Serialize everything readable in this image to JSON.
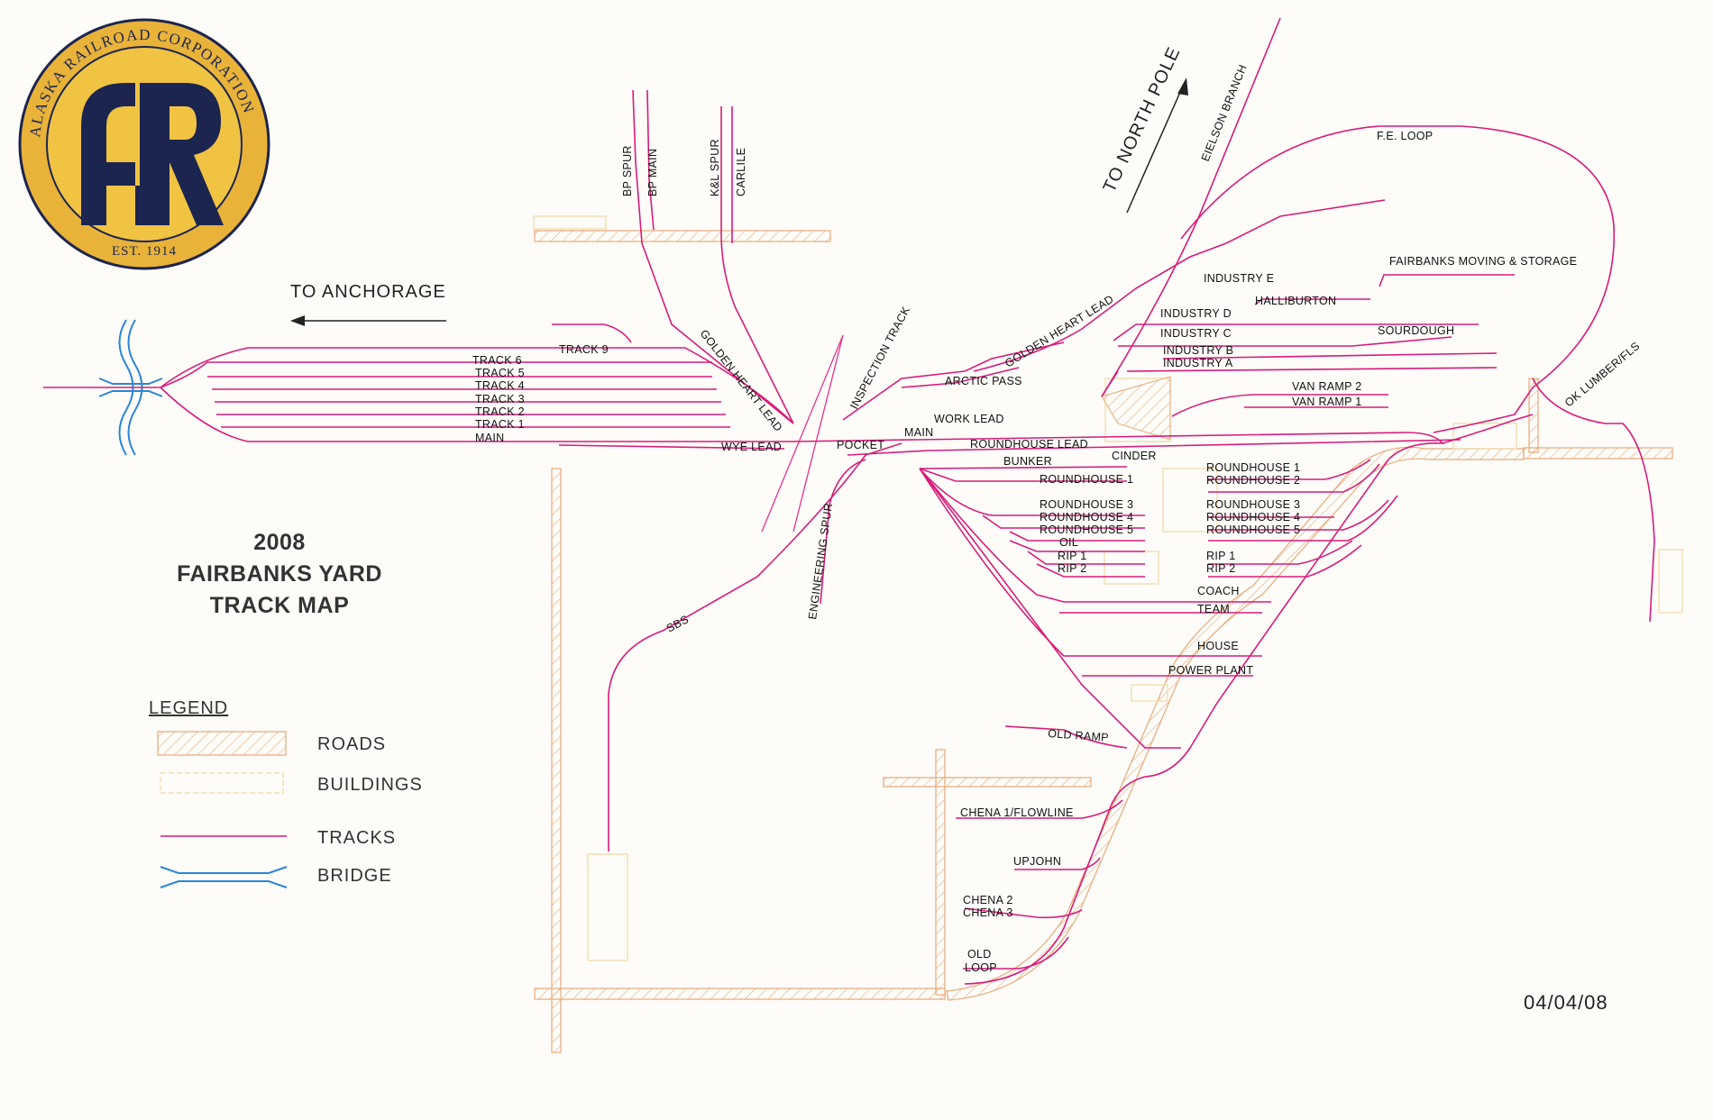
{
  "logo": {
    "ring_text": "ALASKA RAILROAD CORPORATION",
    "est": "EST. 1914",
    "colors": {
      "ring": "#e9b33a",
      "navy": "#1c2550",
      "yellow": "#f1c343"
    }
  },
  "title": {
    "line1": "2008",
    "line2": "FAIRBANKS YARD",
    "line3": "TRACK MAP"
  },
  "date": "04/04/08",
  "directions": {
    "anchorage": "TO ANCHORAGE",
    "north_pole": "TO NORTH POLE"
  },
  "legend": {
    "heading": "LEGEND",
    "items": [
      {
        "label": "ROADS",
        "kind": "roads"
      },
      {
        "label": "BUILDINGS",
        "kind": "buildings"
      },
      {
        "label": "TRACKS",
        "kind": "tracks"
      },
      {
        "label": "BRIDGE",
        "kind": "bridge"
      }
    ]
  },
  "colors": {
    "track": "#d81b7a",
    "road": "#e6a97a",
    "building": "#f2d9a6",
    "bridge": "#2a86d8",
    "background": "#fdfcf8"
  },
  "track_labels": {
    "bp_spur": "BP SPUR",
    "bp_main": "BP MAIN",
    "kl_spur": "K&L SPUR",
    "carlile": "CARLILE",
    "track9": "TRACK 9",
    "track6": "TRACK 6",
    "track5": "TRACK 5",
    "track4": "TRACK 4",
    "track3": "TRACK 3",
    "track2": "TRACK 2",
    "track1": "TRACK 1",
    "main_west": "MAIN",
    "golden_heart_lead_w": "GOLDEN HEART LEAD",
    "wye_lead": "WYE LEAD",
    "inspection_track": "INSPECTION TRACK",
    "pocket": "POCKET",
    "engineering_spur": "ENGINEERING SPUR",
    "sbs": "SBS",
    "arctic_pass": "ARCTIC PASS",
    "golden_heart_lead_e": "GOLDEN HEART LEAD",
    "work_lead": "WORK LEAD",
    "main_east": "MAIN",
    "roundhouse_lead": "ROUNDHOUSE LEAD",
    "cinder": "CINDER",
    "bunker": "BUNKER",
    "roundhouse1_w": "ROUNDHOUSE 1",
    "roundhouse3_w": "ROUNDHOUSE 3",
    "roundhouse4_w": "ROUNDHOUSE 4",
    "roundhouse5_w": "ROUNDHOUSE 5",
    "oil": "OIL",
    "rip1_w": "RIP 1",
    "rip2_w": "RIP 2",
    "roundhouse1_e": "ROUNDHOUSE 1",
    "roundhouse2_e": "ROUNDHOUSE 2",
    "roundhouse3_e": "ROUNDHOUSE 3",
    "roundhouse4_e": "ROUNDHOUSE 4",
    "roundhouse5_e": "ROUNDHOUSE 5",
    "rip1_e": "RIP 1",
    "rip2_e": "RIP 2",
    "coach": "COACH",
    "team": "TEAM",
    "house": "HOUSE",
    "power_plant": "POWER PLANT",
    "old_ramp": "OLD RAMP",
    "chena1": "CHENA 1/FLOWLINE",
    "upjohn": "UPJOHN",
    "chena2": "CHENA 2",
    "chena3": "CHENA 3",
    "old": "OLD",
    "loop": "LOOP",
    "industry_e": "INDUSTRY E",
    "halliburton": "HALLIBURTON",
    "industry_d": "INDUSTRY D",
    "industry_c": "INDUSTRY C",
    "industry_b": "INDUSTRY B",
    "industry_a": "INDUSTRY A",
    "fairbanks_moving": "FAIRBANKS MOVING & STORAGE",
    "sourdough": "SOURDOUGH",
    "van_ramp2": "VAN RAMP 2",
    "van_ramp1": "VAN RAMP 1",
    "fe_loop": "F.E. LOOP",
    "eielson_branch": "EIELSON BRANCH",
    "ok_lumber": "OK LUMBER/FLS"
  }
}
